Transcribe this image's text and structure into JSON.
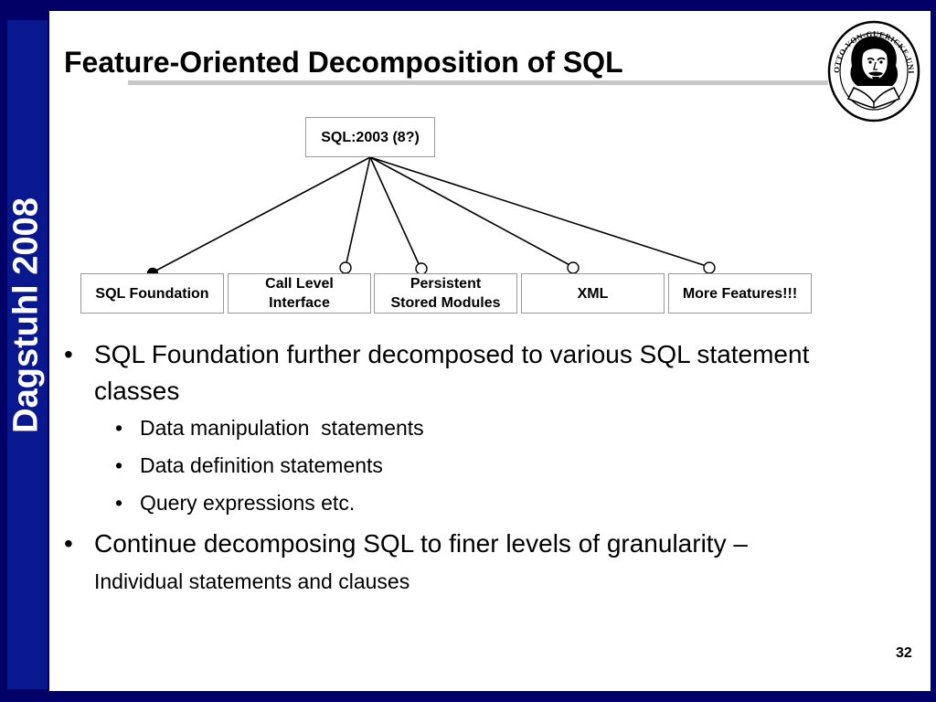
{
  "sidebar": {
    "text": "Dagstuhl 2008"
  },
  "slide": {
    "title": "Feature-Oriented Decomposition of SQL",
    "page_number": "32"
  },
  "diagram": {
    "root": "SQL:2003 (8?)",
    "children": [
      {
        "label_lines": [
          "SQL Foundation"
        ],
        "mandatory": true
      },
      {
        "label_lines": [
          "Call Level",
          "Interface"
        ],
        "mandatory": false
      },
      {
        "label_lines": [
          "Persistent",
          "Stored Modules"
        ],
        "mandatory": false
      },
      {
        "label_lines": [
          "XML"
        ],
        "mandatory": false
      },
      {
        "label_lines": [
          "More Features!!!"
        ],
        "mandatory": false
      }
    ]
  },
  "bullets": [
    {
      "text": "SQL Foundation further decomposed to various SQL statement classes"
    },
    {
      "text": "Data manipulation  statements"
    },
    {
      "text": "Data definition statements"
    },
    {
      "text": "Query expressions etc."
    },
    {
      "text": "Continue decomposing SQL to finer levels of granularity – ",
      "small_text": "Individual statements and clauses"
    }
  ],
  "logo": {
    "name": "university-seal-icon",
    "ring_text": "OTTO-VON-GUERICKE-UNIVERSITÄT MAGDEBURG"
  },
  "colors": {
    "frame": "#000066",
    "sidebar": "#0a1890",
    "title_rule": "#c8c8c8",
    "box_border": "#9a9a9a"
  }
}
